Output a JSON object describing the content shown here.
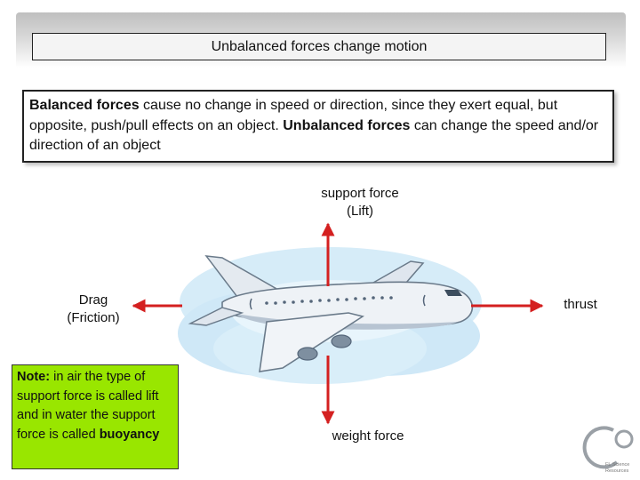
{
  "title": "Unbalanced forces change motion",
  "intro": {
    "term1": "Balanced forces",
    "text1": " cause no change in speed or direction, since they exert equal, but opposite, push/pull effects on an object. ",
    "term2": "Unbalanced forces",
    "text2": " can change the speed and/or direction of an object"
  },
  "forces": {
    "up_line1": "support force",
    "up_line2": "(Lift)",
    "left_line1": "Drag",
    "left_line2": "(Friction)",
    "right": "thrust",
    "down": "weight force"
  },
  "note": {
    "lead": "Note:",
    "text1": " in air the type of support force is called lift and in water the support force is called ",
    "term": "buoyancy"
  },
  "colors": {
    "arrow": "#d42020",
    "note_bg": "#99e600",
    "cloud": "#cfe8f7"
  },
  "logo": {
    "text1": "FL Science",
    "text2": "Resources"
  }
}
